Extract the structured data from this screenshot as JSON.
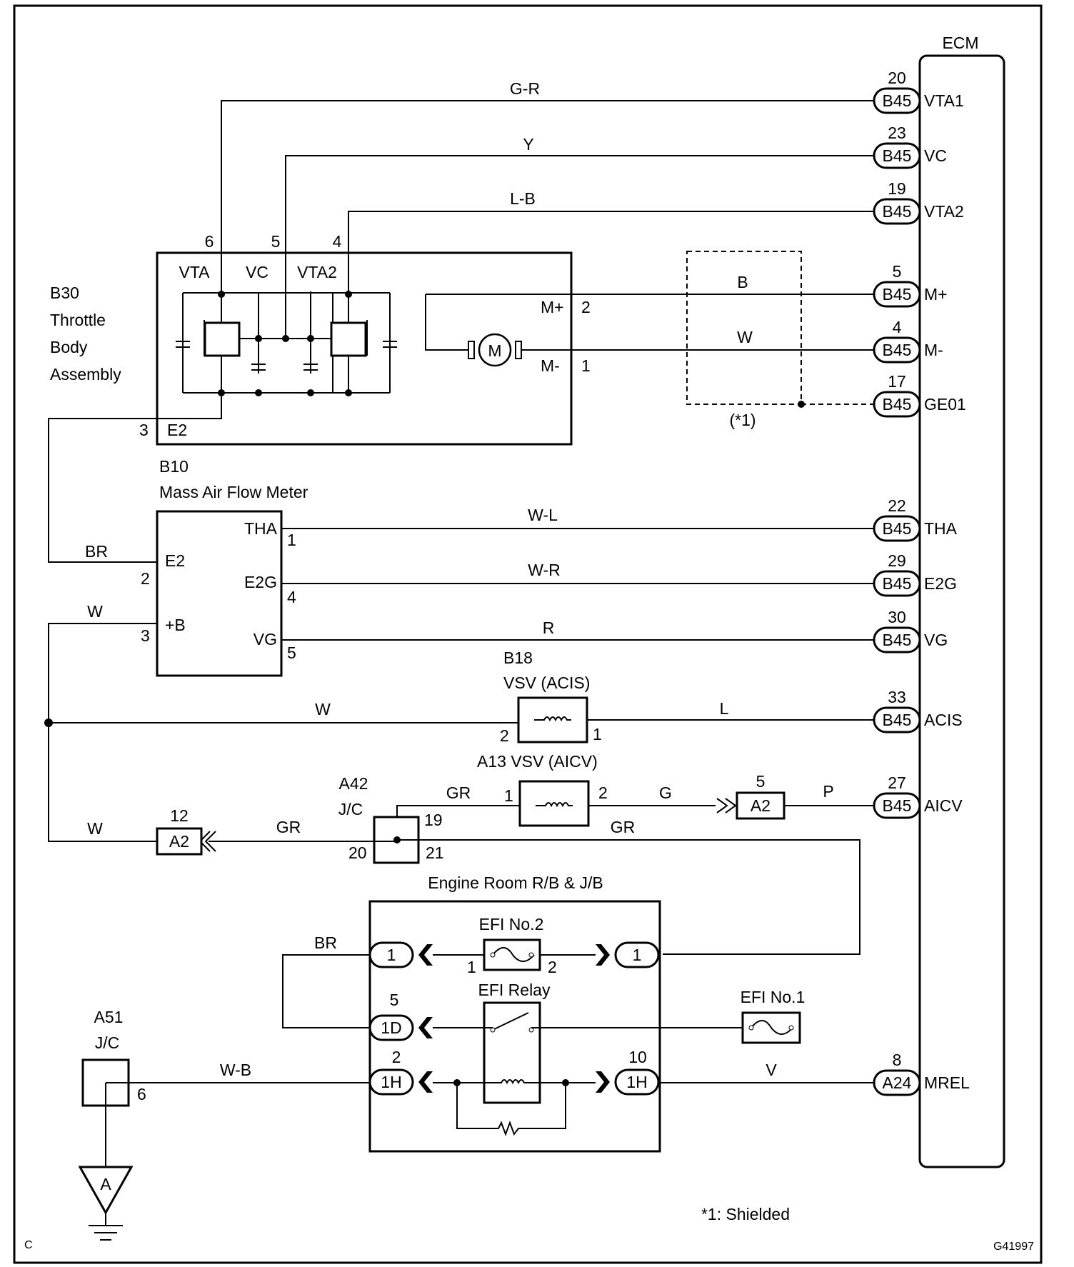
{
  "ecm": {
    "title": "ECM"
  },
  "ecm_pins": [
    {
      "pin": "20",
      "connector": "B45",
      "name": "VTA1"
    },
    {
      "pin": "23",
      "connector": "B45",
      "name": "VC"
    },
    {
      "pin": "19",
      "connector": "B45",
      "name": "VTA2"
    },
    {
      "pin": "5",
      "connector": "B45",
      "name": "M+"
    },
    {
      "pin": "4",
      "connector": "B45",
      "name": "M-"
    },
    {
      "pin": "17",
      "connector": "B45",
      "name": "GE01"
    },
    {
      "pin": "22",
      "connector": "B45",
      "name": "THA"
    },
    {
      "pin": "29",
      "connector": "B45",
      "name": "E2G"
    },
    {
      "pin": "30",
      "connector": "B45",
      "name": "VG"
    },
    {
      "pin": "33",
      "connector": "B45",
      "name": "ACIS"
    },
    {
      "pin": "27",
      "connector": "B45",
      "name": "AICV"
    },
    {
      "pin": "8",
      "connector": "A24",
      "name": "MREL"
    }
  ],
  "throttle_body": {
    "code": "B30",
    "name_lines": [
      "Throttle",
      "Body",
      "Assembly"
    ],
    "terminals": [
      "VTA",
      "VC",
      "VTA2",
      "M+",
      "M-",
      "E2"
    ],
    "pins": [
      "6",
      "5",
      "4",
      "2",
      "1",
      "3"
    ],
    "motor_symbol": "M"
  },
  "maf": {
    "code": "B10",
    "name": "Mass Air Flow Meter",
    "terminals": [
      "THA",
      "E2G",
      "VG",
      "E2",
      "+B"
    ],
    "pins": [
      "1",
      "4",
      "5",
      "2",
      "3"
    ]
  },
  "vsv_acis": {
    "code": "B18",
    "name": "VSV (ACIS)",
    "pins": [
      "2",
      "1"
    ]
  },
  "vsv_aicv": {
    "label": "A13 VSV (AICV)",
    "pins": [
      "1",
      "2"
    ]
  },
  "jc_a42": {
    "code": "A42",
    "name": "J/C",
    "pins": [
      "19",
      "20",
      "21"
    ]
  },
  "jc_a51": {
    "code": "A51",
    "name": "J/C",
    "pin": "6",
    "ground": "A"
  },
  "connectors": {
    "a2_right": {
      "label": "A2",
      "pin": "5"
    },
    "a2_left": {
      "label": "A2",
      "pin": "12"
    }
  },
  "engine_room": {
    "title": "Engine Room R/B & J/B",
    "efi_no2": "EFI No.2",
    "efi_no2_pins": [
      "1",
      "2"
    ],
    "efi_relay": "EFI Relay",
    "efi_no1": "EFI No.1",
    "conn_left": [
      "1",
      "1D",
      "1H"
    ],
    "conn_left_pins": [
      "5",
      "2"
    ],
    "conn_right": [
      "1",
      "1H"
    ],
    "conn_right_pin": "10"
  },
  "wire_colors": {
    "vta1": "G-R",
    "vc": "Y",
    "vta2": "L-B",
    "m_plus": "B",
    "m_minus": "W",
    "tha": "W-L",
    "e2g": "W-R",
    "vg": "R",
    "acis_w": "W",
    "acis_l": "L",
    "aicv_gr": "GR",
    "aicv_g": "G",
    "aicv_p": "P",
    "jc_gr": "GR",
    "jc_gr2": "GR",
    "a2_w": "W",
    "br_e2": "BR",
    "w_plusb": "W",
    "br_relay": "BR",
    "wb": "W-B",
    "v": "V"
  },
  "notes": {
    "shield_ref": "(*1)",
    "footnote": "*1: Shielded",
    "corner": "C",
    "figure_id": "G41997"
  }
}
